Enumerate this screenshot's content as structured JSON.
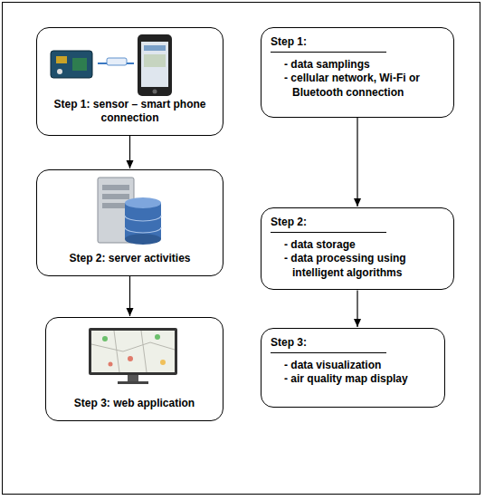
{
  "diagram": {
    "nodes": [
      {
        "text": [
          "Step 1: sensor – smart phone connection"
        ]
      },
      {
        "text": [
          "Step 1:",
          "- data samplings",
          "- cellular network, Wi-Fi or Bluetooth connection"
        ]
      },
      {
        "text": [
          "Step 2: server activities"
        ]
      },
      {
        "text": [
          "Step 2:",
          "- data storage",
          "- data processing using intelligent algorithms"
        ]
      },
      {
        "text": [
          "Step 3: web application"
        ]
      },
      {
        "text": [
          "Step 3:",
          "- data visualization",
          "- air quality map display"
        ]
      }
    ],
    "edges": [
      {
        "from": 0,
        "to": 2,
        "arrow": "to"
      },
      {
        "from": 2,
        "to": 4,
        "arrow": "to"
      },
      {
        "from": 1,
        "to": 3,
        "arrow": "to"
      },
      {
        "from": 3,
        "to": 5,
        "arrow": "to"
      }
    ]
  }
}
